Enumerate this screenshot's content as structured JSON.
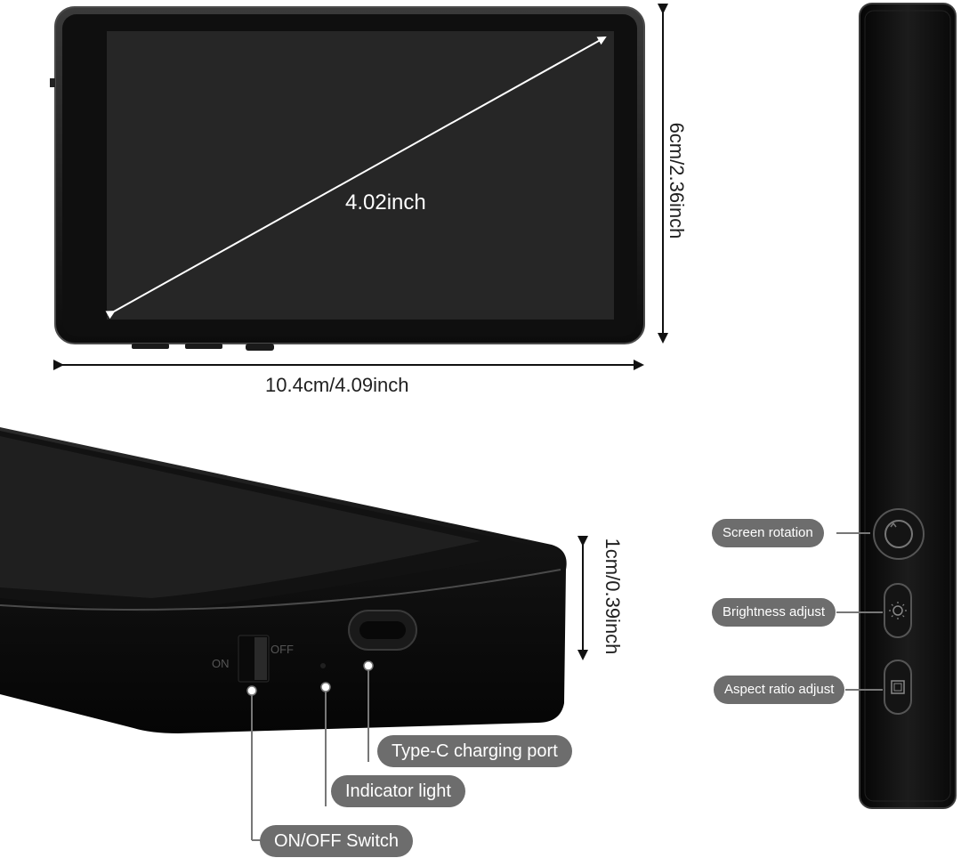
{
  "front": {
    "diagonal": "4.02inch",
    "width": "10.4cm/4.09inch",
    "height": "6cm/2.36inch"
  },
  "edge": {
    "thickness": "1cm/0.39inch",
    "switch_on": "ON",
    "switch_off": "OFF"
  },
  "callouts": {
    "type_c": "Type-C charging port",
    "indicator": "Indicator light",
    "onoff": "ON/OFF Switch",
    "screen_rotation": "Screen rotation",
    "brightness": "Brightness adjust",
    "aspect": "Aspect ratio adjust"
  },
  "colors": {
    "screen": "#262626",
    "bezel": "#111111",
    "label_bg": "#6d6d6d"
  }
}
